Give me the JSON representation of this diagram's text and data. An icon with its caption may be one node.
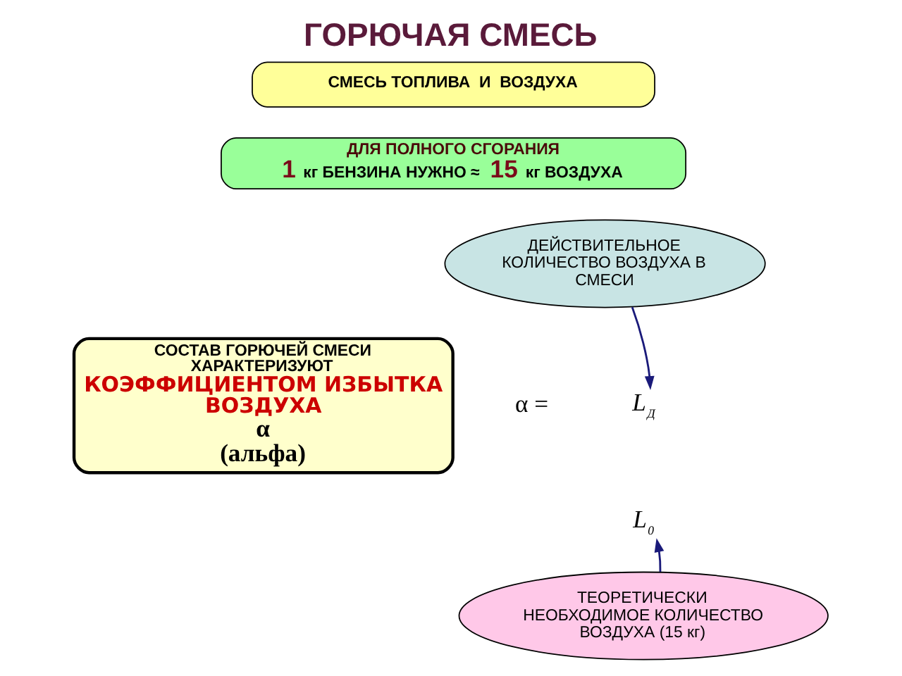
{
  "diagram": {
    "title": "ГОРЮЧАЯ СМЕСЬ",
    "nodes": [
      {
        "text": [
          "СМЕСЬ ТОПЛИВА  И  ВОЗДУХА"
        ]
      },
      {
        "text": [
          "ДЛЯ ПОЛНОГО СГОРАНИЯ",
          "**1** кг БЕНЗИНА НУЖНО ≈ **15** кг ВОЗДУХА"
        ]
      },
      {
        "text": [
          "СОСТАВ ГОРЮЧЕЙ СМЕСИ ХАРАКТЕРИЗУЮТ",
          "КОЭФФИЦИЕНТОМ ИЗБЫТКА ВОЗДУХА",
          "α",
          "(альфа)"
        ]
      },
      {
        "text": [
          "ДЕЙСТВИТЕЛЬНОЕ КОЛИЧЕСТВО ВОЗДУХА В СМЕСИ"
        ]
      },
      {
        "text": [
          "L$_{Д}$"
        ]
      },
      {
        "text": [
          "L$_{0}$"
        ]
      },
      {
        "text": [
          "ТЕОРЕТИЧЕСКИ НЕОБХОДИМОЕ КОЛИЧЕСТВО ВОЗДУХА (15 кг)"
        ]
      }
    ],
    "edges": [
      {
        "from": 3,
        "to": 4,
        "arrow": "to"
      },
      {
        "from": 6,
        "to": 5,
        "arrow": "to"
      }
    ],
    "labels": [
      "α ="
    ]
  }
}
